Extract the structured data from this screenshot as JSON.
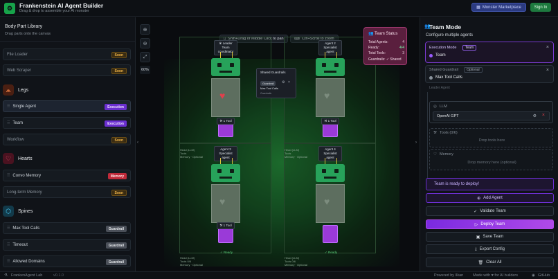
{
  "header": {
    "logo_glyph": "⚙",
    "title": "Frankenstein AI Agent Builder",
    "subtitle": "Drag & drop to assemble your AI monster",
    "marketplace": "Monster Marketplace",
    "signin": "Sign In"
  },
  "library": {
    "title": "Body Part Library",
    "subtitle": "Drag parts onto the canvas",
    "top_items": [
      {
        "label": "File Loader",
        "badge": "Soon"
      },
      {
        "label": "Web Scraper",
        "badge": "Soon"
      }
    ],
    "legs": {
      "title": "Legs",
      "items": [
        {
          "label": "Single Agent",
          "badge": "Execution"
        },
        {
          "label": "Team",
          "badge": "Execution"
        },
        {
          "label": "Workflow",
          "badge": "Soon"
        }
      ]
    },
    "hearts": {
      "title": "Hearts",
      "items": [
        {
          "label": "Convo Memory",
          "badge": "Memory"
        },
        {
          "label": "Long-term Memory",
          "badge": "Soon"
        }
      ]
    },
    "spines": {
      "title": "Spines",
      "items": [
        {
          "label": "Max Tool Calls",
          "badge": "Guardrail"
        },
        {
          "label": "Timeout",
          "badge": "Guardrail"
        },
        {
          "label": "Allowed Domains",
          "badge": "Guardrail"
        }
      ]
    }
  },
  "canvas": {
    "hint_pan": "Shift+Drag or Middle Click to pan",
    "hint_zoom": "Ctrl+Scroll to zoom",
    "zoom": "60%",
    "agents": [
      {
        "name": "Leader",
        "sub": "Team coordinator"
      },
      {
        "name": "Agent 2",
        "sub": "Specialist agent"
      },
      {
        "name": "Agent 3",
        "sub": "Specialist agent"
      },
      {
        "name": "Agent 4",
        "sub": "Specialist agent"
      }
    ],
    "tool_tag": "1 Tool",
    "ready_tag": "✓ Ready",
    "agent_info": {
      "llm": "Head (LLM)",
      "tools": "Tools",
      "memory": "Memory",
      "optional": "Optional",
      "tools_count": "0/6"
    },
    "shared": {
      "title": "Shared Guardrails",
      "chip": "Guardrail",
      "item": "Max Tool Calls",
      "pill": "Guardrails"
    },
    "status": {
      "title": "Team Status",
      "rows": [
        {
          "k": "Total Agents:",
          "v": "4"
        },
        {
          "k": "Ready:",
          "v": "4/4"
        },
        {
          "k": "Total Tools:",
          "v": "3"
        }
      ],
      "footer": "Guardrails: ✓ Shared"
    }
  },
  "panel": {
    "title": "Team Mode",
    "subtitle": "Configure multiple agents",
    "exec_label": "Execution Mode",
    "exec_tag": "Team",
    "exec_value": "Team",
    "guard_label": "Shared Guardrail",
    "guard_tag": "Optional",
    "guard_value": "Max Tool Calls",
    "agent_clip": "Leader Agent",
    "llm_label": "LLM",
    "llm_value": "OpenAI GPT",
    "tools_label": "Tools (0/6)",
    "tools_drop": "Drop tools here",
    "memory_label": "Memory",
    "memory_drop": "Drop memory here (optional)",
    "ready": "Team is ready to deploy!",
    "buttons": {
      "add": "Add Agent",
      "validate": "Validate Team",
      "deploy": "Deploy Team",
      "save": "Save Team",
      "export": "Export Config",
      "clear": "Clear All"
    }
  },
  "footer": {
    "brand": "FrankenAgent Lab",
    "version": "v0.1.0",
    "powered": "Powered by Ilkan",
    "made": "Made with ♥ for AI builders",
    "github": "GitHub"
  },
  "colors": {
    "accent": "#6b2fd0",
    "green": "#27a25a",
    "deploy": "#9a3ad8"
  }
}
